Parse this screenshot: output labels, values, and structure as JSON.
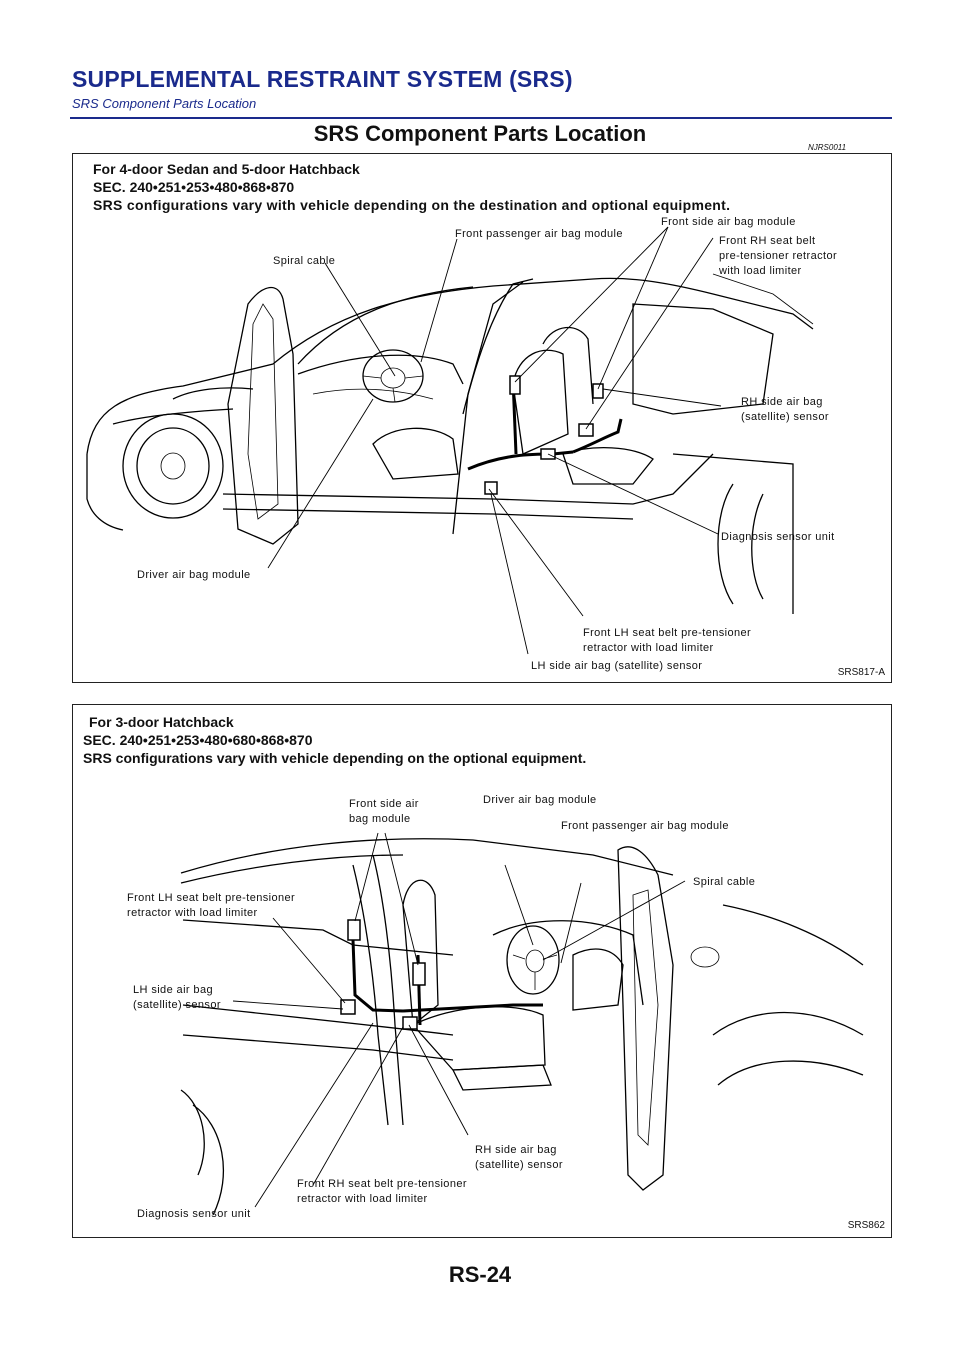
{
  "header": {
    "title": "SUPPLEMENTAL RESTRAINT SYSTEM (SRS)",
    "subtitle": "SRS Component Parts Location"
  },
  "section": {
    "title": "SRS Component Parts Location",
    "code": "NJRS0011"
  },
  "figure1": {
    "heading": [
      "For 4-door Sedan and 5-door Hatchback",
      "SEC. 240•251•253•480•868•870",
      "SRS configurations vary with vehicle depending on the destination and optional equipment."
    ],
    "labels": {
      "spiral_cable": "Spiral cable",
      "front_passenger_air_bag": "Front passenger air bag module",
      "front_side_air_bag": "Front side air bag module",
      "front_rh_belt": [
        "Front RH seat belt",
        "pre-tensioner retractor",
        "with load limiter"
      ],
      "rh_side_sensor": [
        "RH side air bag",
        "(satellite) sensor"
      ],
      "diagnosis_sensor": "Diagnosis sensor unit",
      "driver_air_bag": "Driver air bag module",
      "front_lh_belt": [
        "Front LH seat belt pre-tensioner",
        "retractor with load limiter"
      ],
      "lh_side_sensor": "LH side air bag (satellite) sensor"
    },
    "figure_id": "SRS817-A"
  },
  "figure2": {
    "heading": [
      "For 3-door Hatchback",
      "SEC. 240•251•253•480•680•868•870",
      "SRS configurations vary with vehicle depending on the optional equipment."
    ],
    "labels": {
      "front_side_air_bag": [
        "Front side air",
        "bag module"
      ],
      "driver_air_bag": "Driver air bag module",
      "front_passenger_air_bag": "Front passenger air bag module",
      "front_lh_belt": [
        "Front LH seat belt pre-tensioner",
        "retractor with load limiter"
      ],
      "spiral_cable": "Spiral cable",
      "lh_side_sensor": [
        "LH side air bag",
        "(satellite) sensor"
      ],
      "rh_side_sensor": [
        "RH side air bag",
        "(satellite) sensor"
      ],
      "front_rh_belt": [
        "Front RH seat belt pre-tensioner",
        "retractor with load limiter"
      ],
      "diagnosis_sensor": "Diagnosis sensor unit"
    },
    "figure_id": "SRS862"
  },
  "footer": {
    "page": "RS-24"
  }
}
